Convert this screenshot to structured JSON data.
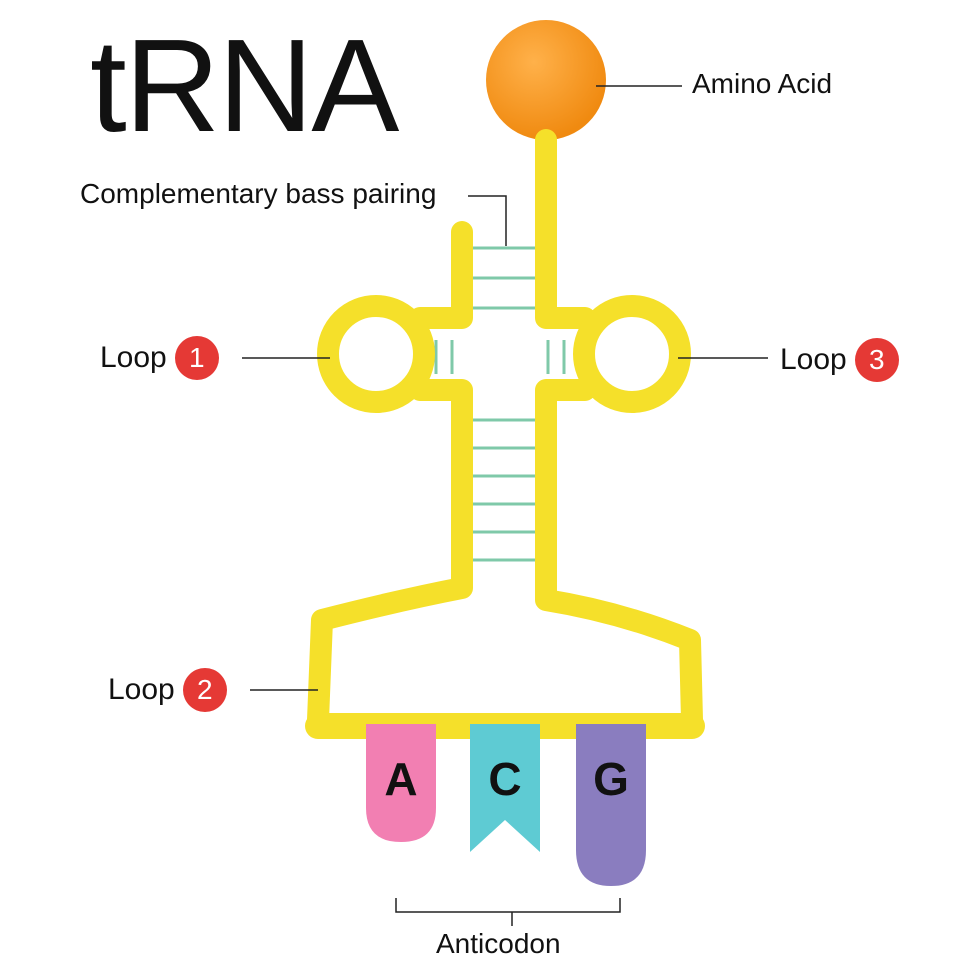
{
  "title": "tRNA",
  "labels": {
    "amino_acid": "Amino Acid",
    "base_pairing": "Complementary bass pairing",
    "anticodon": "Anticodon"
  },
  "loops": [
    {
      "label": "Loop",
      "number": "1"
    },
    {
      "label": "Loop",
      "number": "2"
    },
    {
      "label": "Loop",
      "number": "3"
    }
  ],
  "anticodon_bases": [
    "A",
    "C",
    "G"
  ],
  "colors": {
    "strand": "#f5e02a",
    "strand_inner": "#ffffff",
    "amino_acid": "#f7941d",
    "base_pair": "#7fc9a9",
    "badge": "#e53935",
    "base_A": "#f27fb2",
    "base_C": "#5ecbd3",
    "base_G": "#8a7dbf",
    "leader": "#222222"
  }
}
